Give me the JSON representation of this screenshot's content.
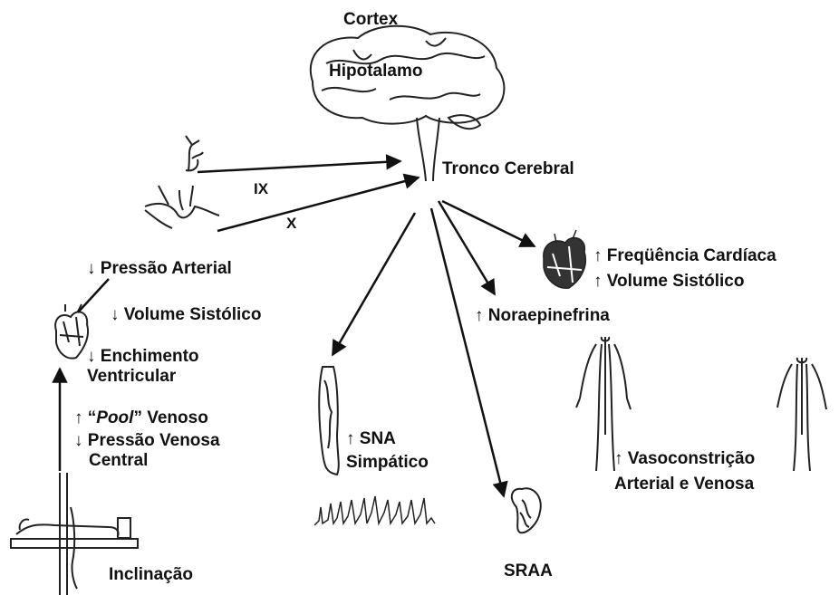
{
  "labels": {
    "cortex": "Cortex",
    "hipotalamo": "Hipotalamo",
    "tronco": "Tronco Cerebral",
    "ix": "IX",
    "x": "X",
    "pressao_arterial": "↓ Pressão Arterial",
    "volume_sistolico_down": "↓ Volume Sistólico",
    "enchimento_line1": "↓ Enchimento",
    "enchimento_line2": "Ventricular",
    "pool_prefix": "↑ “",
    "pool_word": "Pool",
    "pool_suffix": "” Venoso",
    "pressao_venosa_line1": "↓ Pressão Venosa",
    "pressao_venosa_line2": "Central",
    "inclinacao": "Inclinação",
    "sna_line1": "↑ SNA",
    "sna_line2": "Simpático",
    "sraa": "SRAA",
    "noraepinefrina": "↑ Noraepinefrina",
    "frequencia": "↑ Freqüência Cardíaca",
    "volume_sistolico_up": "↑ Volume Sistólico",
    "vaso_line1": "↑ Vasoconstrição",
    "vaso_line2": "Arterial e Venosa"
  },
  "colors": {
    "ink": "#111111",
    "sketch": "#222222",
    "background": "#ffffff"
  },
  "icons": [
    "brain-icon",
    "carotid-sinus-icon",
    "aortic-arch-icon",
    "heart-icon",
    "tilt-table-icon",
    "leg-muscle-icon",
    "nerve-trace-icon",
    "kidney-icon",
    "vasculature-icon"
  ]
}
